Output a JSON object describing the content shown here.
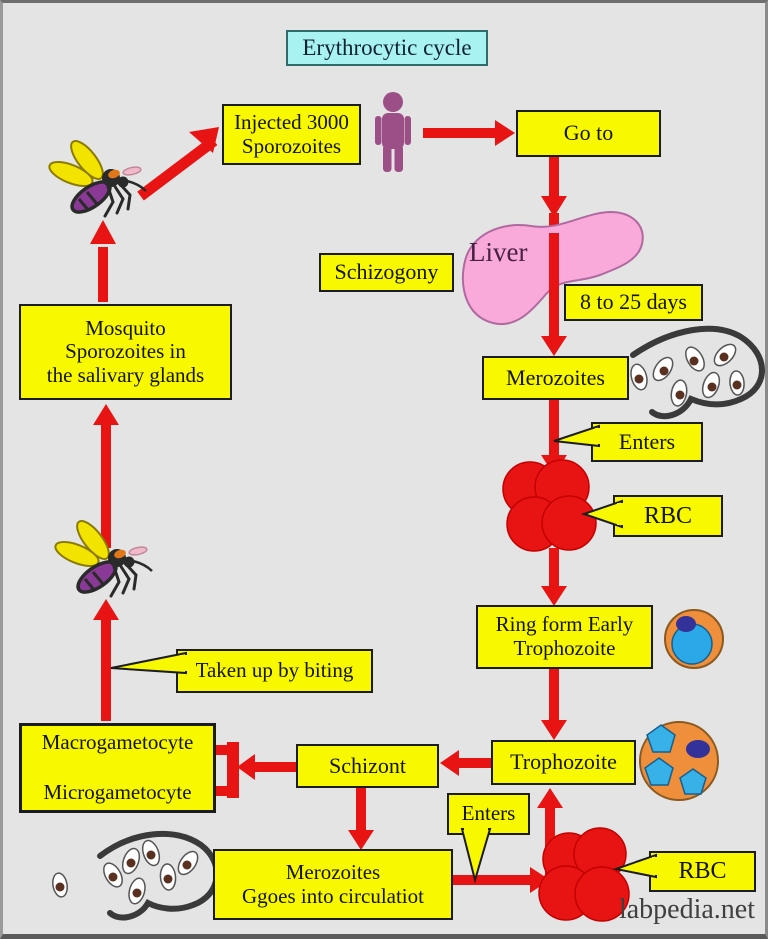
{
  "title": "Erythrocytic cycle",
  "watermark": "labpedia.net",
  "nodes": {
    "injected": {
      "line1": "Injected 3000",
      "line2": "Sporozoites"
    },
    "goto": "Go to",
    "liver": "Liver",
    "schizogony": "Schizogony",
    "days": "8 to 25 days",
    "merozoites": "Merozoites",
    "enters_top": "Enters",
    "rbc_top": "RBC",
    "ringform": {
      "line1": "Ring form Early",
      "line2": "Trophozoite"
    },
    "trophozoite": "Trophozoite",
    "schizont": "Schizont",
    "macrogametocyte": "Macrogametocyte",
    "microgametocyte": "Microgametocyte",
    "mosquito_glands": {
      "line1": "Mosquito",
      "line2": "Sporozoites in",
      "line3": "the salivary glands"
    },
    "taken_up": "Taken up by biting",
    "merozoites_circulation": {
      "line1": "Merozoites",
      "line2": "Ggoes into circulatiot"
    },
    "enters_bottom": "Enters",
    "rbc_bottom": "RBC"
  },
  "colors": {
    "background": "#e4e4e4",
    "box_fill": "#f8f800",
    "box_border": "#1c1c1c",
    "title_fill": "#a8f2f2",
    "arrow_red": "#e81414",
    "liver_pink": "#f9aadb",
    "cell_orange": "#ef8f3b",
    "parasite_blue": "#2ba8e8",
    "nucleus_navy": "#32329a",
    "human_purple": "#9c4f87",
    "wing_yellow": "#f2e400"
  }
}
